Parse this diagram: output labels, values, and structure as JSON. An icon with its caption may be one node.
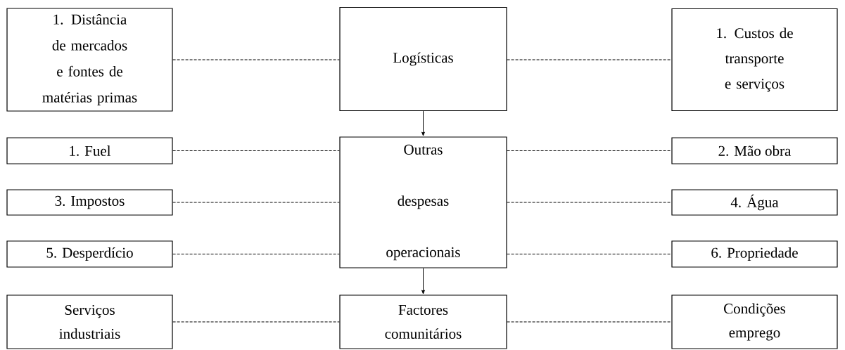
{
  "diagram": {
    "nodes": [
      {
        "text": [
          "1. Distância de mercados e fontes de matérias primas"
        ]
      },
      {
        "text": [
          "Logísticas"
        ]
      },
      {
        "text": [
          "1. Custos de transporte e serviços"
        ]
      },
      {
        "text": [
          "1. Fuel"
        ]
      },
      {
        "text": [
          "Outras despesas operacionais"
        ]
      },
      {
        "text": [
          "2. Mão obra"
        ]
      },
      {
        "text": [
          "3. Impostos"
        ]
      },
      {
        "text": [
          "4. Água"
        ]
      },
      {
        "text": [
          "5. Desperdício"
        ]
      },
      {
        "text": [
          "6. Propriedade"
        ]
      },
      {
        "text": [
          "Serviços industriais"
        ]
      },
      {
        "text": [
          "Factores comunitários"
        ]
      },
      {
        "text": [
          "Condições emprego"
        ]
      }
    ],
    "edges": [
      {
        "from": 0,
        "to": 1,
        "arrow": "none",
        "style": "dashed"
      },
      {
        "from": 1,
        "to": 2,
        "arrow": "none",
        "style": "dashed"
      },
      {
        "from": 1,
        "to": 4,
        "arrow": "to"
      },
      {
        "from": 3,
        "to": 4,
        "arrow": "none",
        "style": "dashed"
      },
      {
        "from": 4,
        "to": 5,
        "arrow": "none",
        "style": "dashed"
      },
      {
        "from": 6,
        "to": 4,
        "arrow": "none",
        "style": "dashed"
      },
      {
        "from": 4,
        "to": 7,
        "arrow": "none",
        "style": "dashed"
      },
      {
        "from": 8,
        "to": 4,
        "arrow": "none",
        "style": "dashed"
      },
      {
        "from": 4,
        "to": 9,
        "arrow": "none",
        "style": "dashed"
      },
      {
        "from": 4,
        "to": 11,
        "arrow": "to"
      },
      {
        "from": 10,
        "to": 11,
        "arrow": "none",
        "style": "dashed"
      },
      {
        "from": 11,
        "to": 12,
        "arrow": "none",
        "style": "dashed"
      }
    ]
  }
}
